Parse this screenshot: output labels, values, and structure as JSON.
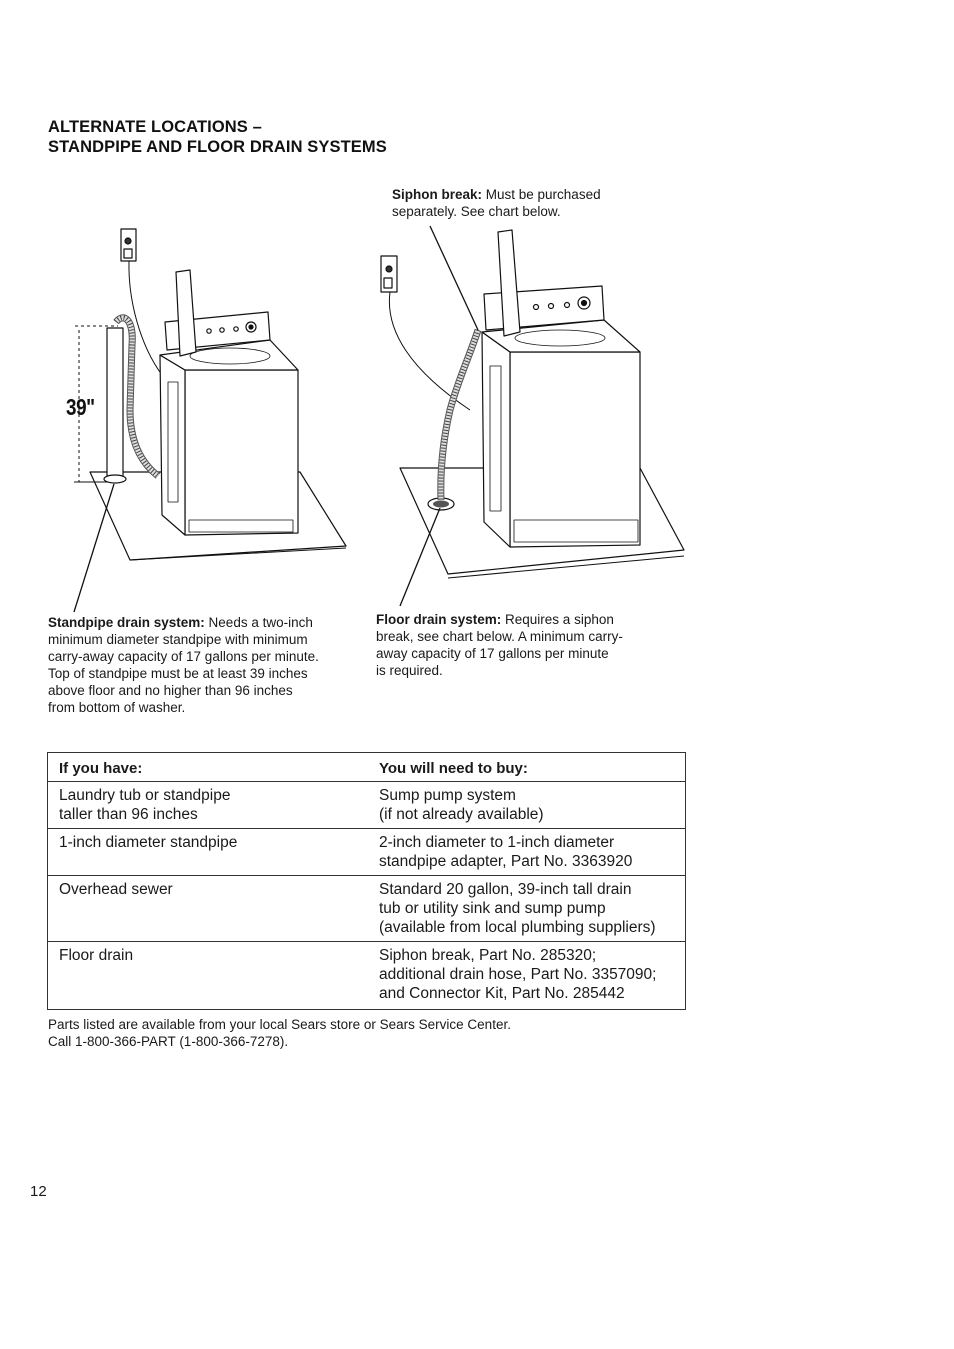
{
  "heading": {
    "line1": "ALTERNATE LOCATIONS –",
    "line2": "STANDPIPE AND FLOOR DRAIN SYSTEMS"
  },
  "siphon_caption": {
    "label": "Siphon break:",
    "line1_rest": " Must be purchased",
    "line2": "separately. See chart below."
  },
  "dimension_label": "39\"",
  "standpipe_caption": {
    "label": "Standpipe drain system:",
    "line1_rest": " Needs a two-inch",
    "line2": "minimum diameter standpipe with minimum",
    "line3": "carry-away capacity of 17 gallons per minute.",
    "line4": "Top of standpipe must be at least 39 inches",
    "line5": "above floor and no higher than 96 inches",
    "line6": "from bottom of washer."
  },
  "floor_caption": {
    "label": "Floor drain system:",
    "line1_rest": " Requires a siphon",
    "line2": "break, see chart below. A minimum carry-",
    "line3": "away capacity of 17 gallons per minute",
    "line4": "is required."
  },
  "table": {
    "headers": [
      "If you have:",
      "You will need to buy:"
    ],
    "rows": [
      {
        "have": [
          "Laundry tub or standpipe",
          "taller than 96 inches"
        ],
        "buy": [
          "Sump pump system",
          "(if not already available)"
        ]
      },
      {
        "have": [
          "1-inch diameter standpipe"
        ],
        "buy": [
          "2-inch diameter to 1-inch diameter",
          "standpipe adapter, Part No. 3363920"
        ]
      },
      {
        "have": [
          "Overhead sewer"
        ],
        "buy": [
          "Standard 20 gallon, 39-inch tall drain",
          "tub or utility sink and sump pump",
          "(available from local plumbing suppliers)"
        ]
      },
      {
        "have": [
          "Floor drain"
        ],
        "buy": [
          "Siphon break, Part No. 285320;",
          "additional drain hose, Part No. 3357090;",
          "and Connector Kit, Part No. 285442"
        ]
      }
    ]
  },
  "note": {
    "line1": "Parts listed are available from your local Sears store or Sears Service Center.",
    "line2": "Call 1-800-366-PART (1-800-366-7278)."
  },
  "page_number": "12"
}
